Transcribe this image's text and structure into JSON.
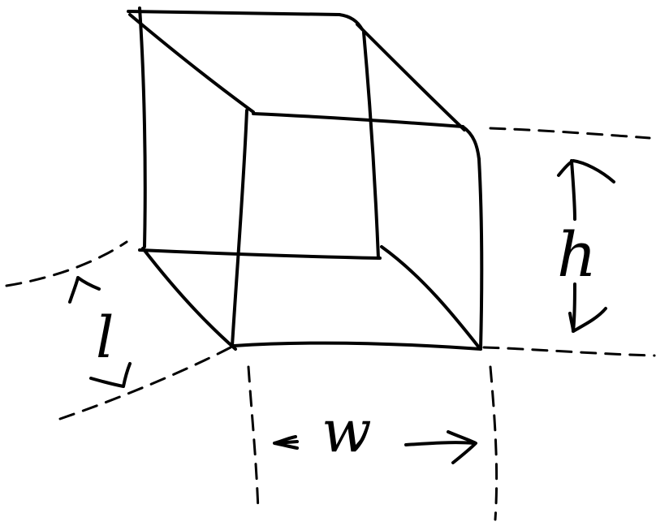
{
  "colors": {
    "ink": "#000000",
    "paper": "#ffffff"
  },
  "labels": {
    "length": "l",
    "height": "h",
    "width": "w"
  },
  "icons": {
    "arrow": "arrow-icon"
  }
}
